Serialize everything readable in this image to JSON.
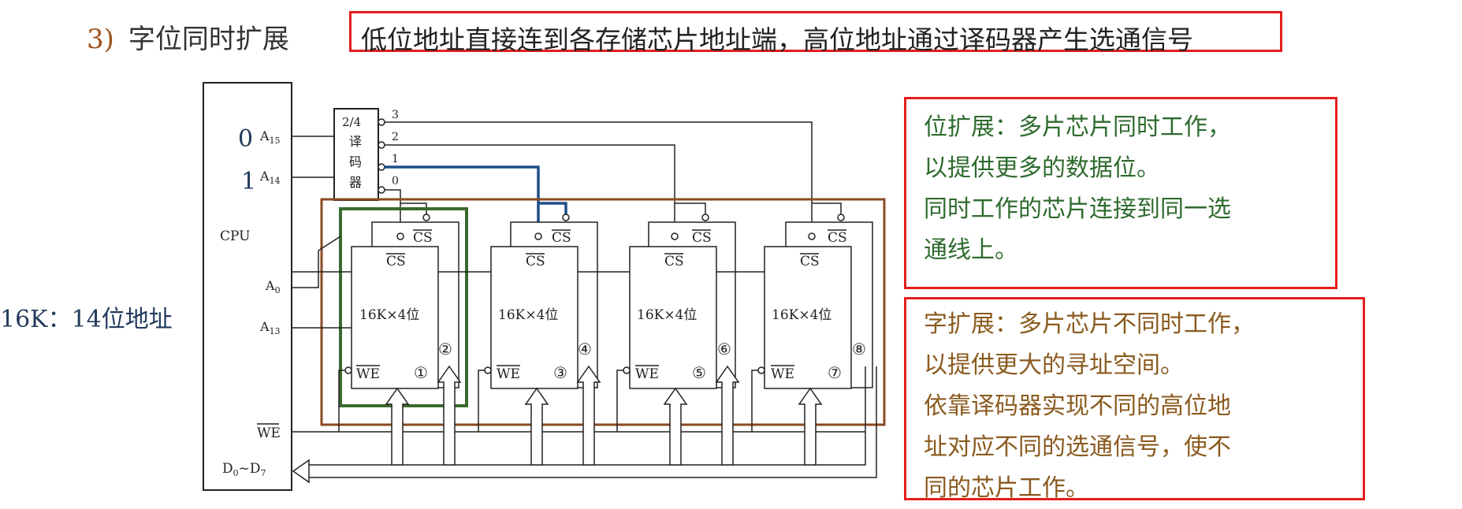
{
  "heading": {
    "number": "3)",
    "title": "字位同时扩展"
  },
  "head_note": "低位地址直接连到各存储芯片地址端，高位地址通过译码器产生选通信号",
  "side_label": "16K：14位地址",
  "note_bit": [
    "位扩展：多片芯片同时工作，",
    "以提供更多的数据位。",
    "同时工作的芯片连接到同一选",
    "通线上。"
  ],
  "note_word": [
    "字扩展：多片芯片不同时工作，",
    "以提供更大的寻址空间。",
    "依靠译码器实现不同的高位地",
    "址对应不同的选通信号，使不",
    "同的芯片工作。"
  ],
  "diagram": {
    "cpu_label": "CPU",
    "pin_a15": "A15",
    "pin_a14": "A14",
    "pin_a0": "A0",
    "pin_a13": "A13",
    "pin_we": "WE",
    "pin_data": "D0~D7",
    "addr_value_a15": "0",
    "addr_value_a14": "1",
    "decoder_lines": [
      "2/4",
      "译",
      "码",
      "器"
    ],
    "decoder_outputs": [
      "3",
      "2",
      "1",
      "0"
    ],
    "chip_cs": "CS",
    "chip_label": "16K×4位",
    "chip_we": "WE",
    "chip_numbers": [
      "①",
      "②",
      "③",
      "④",
      "⑤",
      "⑥",
      "⑦",
      "⑧"
    ]
  },
  "colors": {
    "red_box": "#e41e1e",
    "brown_box": "#8b4a22",
    "green_box": "#3a6a2e",
    "blue_line": "#1f4f8c",
    "green_text": "#2f6b2f",
    "brown_text": "#8a5a1e"
  }
}
